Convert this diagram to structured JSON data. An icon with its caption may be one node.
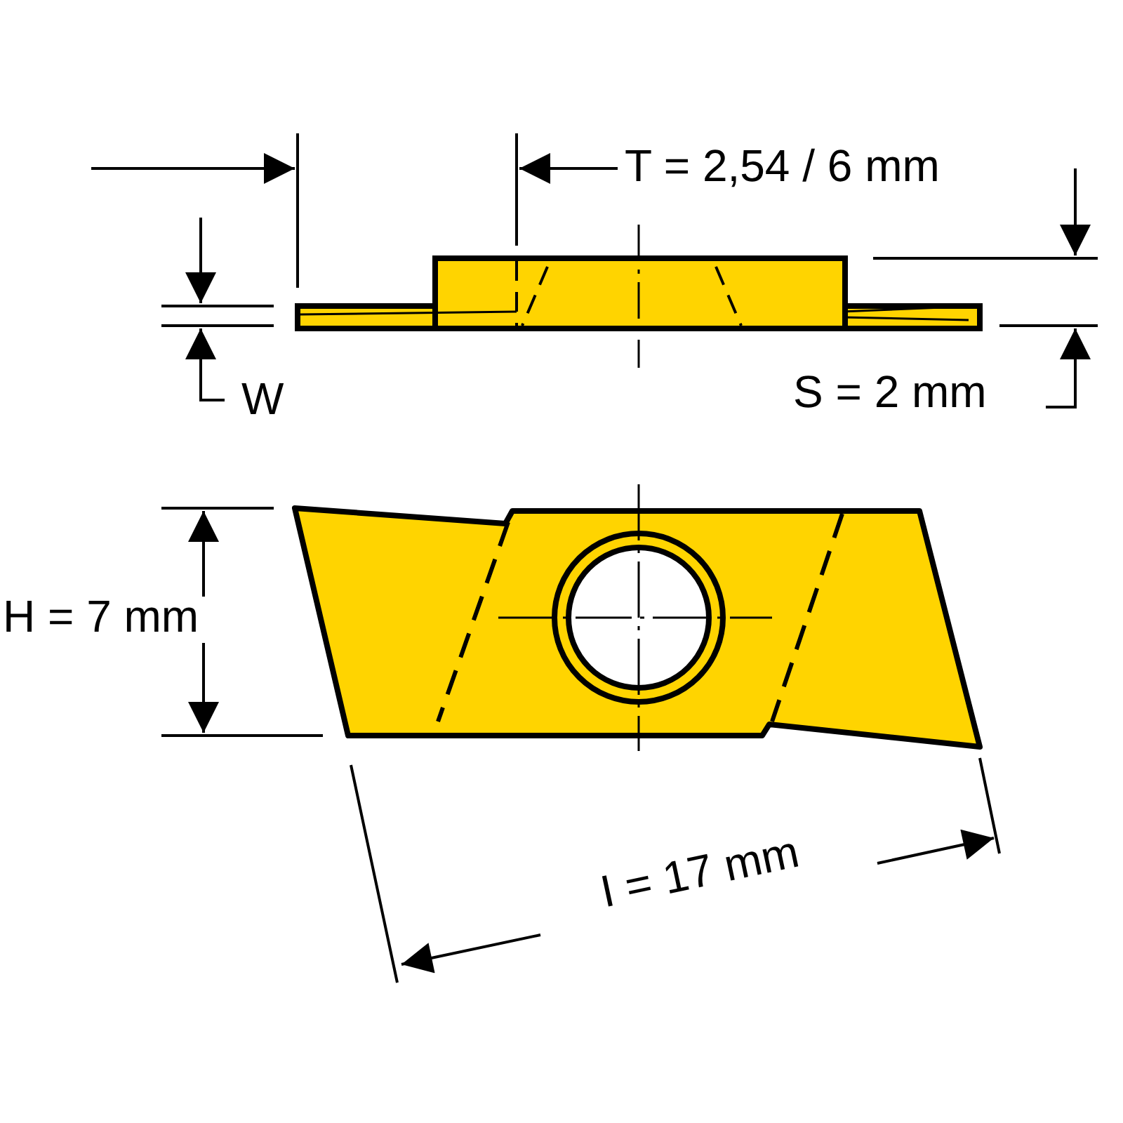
{
  "diagram": {
    "labels": [
      "T = 2,54 / 6 mm",
      "W",
      "S = 2 mm",
      "H = 7 mm",
      "I = 17 mm"
    ]
  }
}
